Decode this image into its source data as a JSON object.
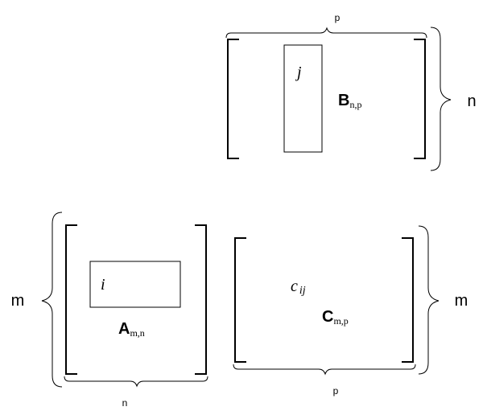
{
  "matrix_b": {
    "name": "B",
    "subscript": "n,p",
    "column_label": "j",
    "width_label": "p",
    "height_label": "n"
  },
  "matrix_a": {
    "name": "A",
    "subscript": "m,n",
    "row_label": "i",
    "width_label": "n",
    "height_label": "m"
  },
  "matrix_c": {
    "name": "C",
    "subscript": "m,p",
    "element_label": "c",
    "element_subscript": "ij",
    "width_label": "p",
    "height_label": "m"
  }
}
